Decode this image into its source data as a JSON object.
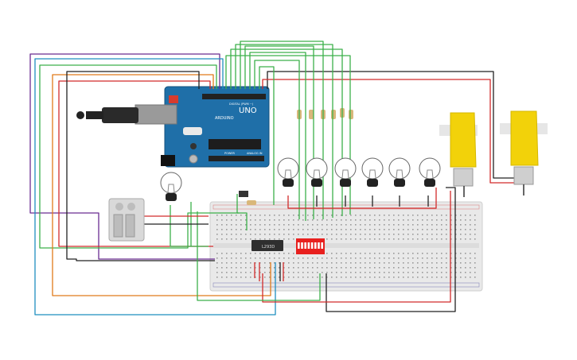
{
  "arduino": {
    "model_label": "UNO",
    "brand_label": "ARDUINO",
    "digital_label": "DIGITAL (PWM ~)",
    "power_label": "POWER",
    "analog_label": "ANALOG IN"
  },
  "ic_chip": {
    "label": "L293D"
  },
  "dip_switch": {
    "positions": 8,
    "color": "#e8201e"
  },
  "bulbs": {
    "count": 7
  },
  "motors": {
    "count": 2,
    "color": "#f2d20a"
  },
  "wire_colors": {
    "green": "#3cb04a",
    "red": "#d22b2b",
    "black": "#222222",
    "purple": "#6b2c91",
    "orange": "#e07b1a",
    "blue": "#1f8fbf"
  }
}
